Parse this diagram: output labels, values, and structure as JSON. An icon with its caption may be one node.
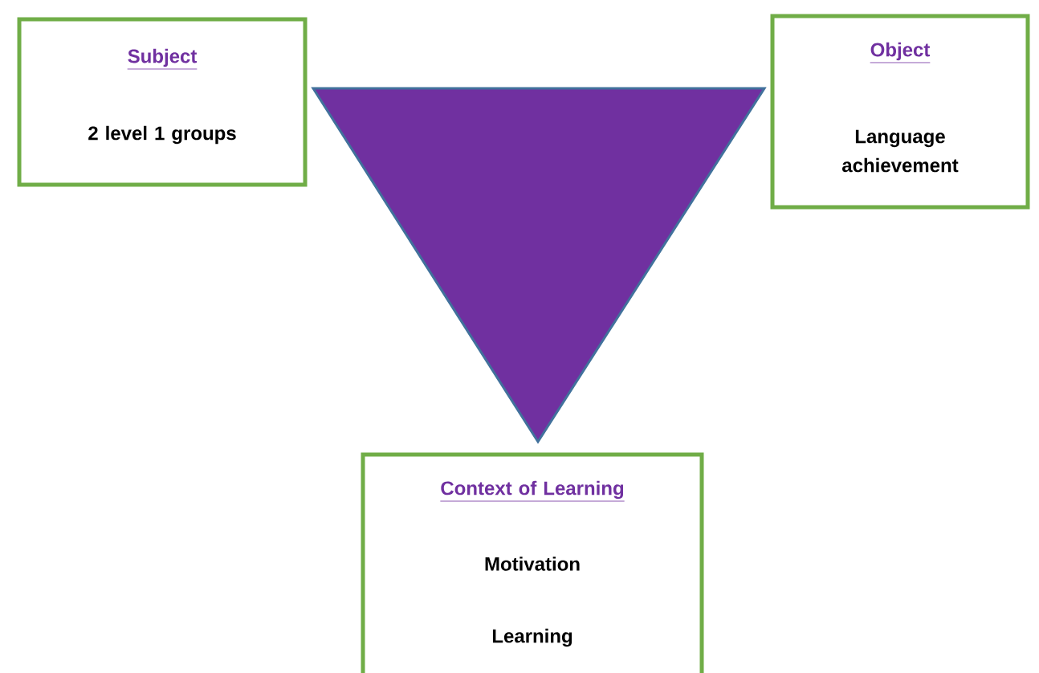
{
  "diagram": {
    "nodes": [
      {
        "text": [
          "Subject",
          "2 level 1 groups"
        ]
      },
      {
        "text": [],
        "shape": "triangle"
      },
      {
        "text": [
          "Object",
          "Language achievement"
        ]
      },
      {
        "text": [
          "Context of Learning",
          "Motivation",
          "Learning"
        ]
      }
    ]
  }
}
